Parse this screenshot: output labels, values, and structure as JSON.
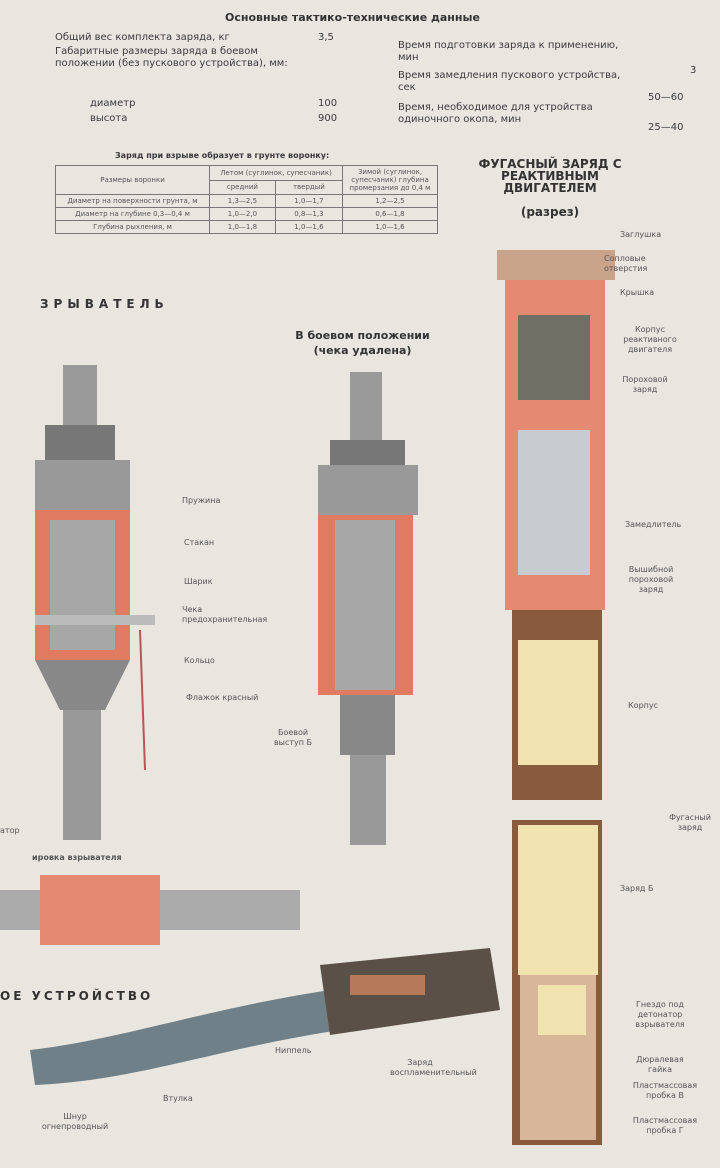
{
  "specs": {
    "title": "Основные тактико-технические данные",
    "left": [
      {
        "label": "Общий вес комплекта заряда, кг",
        "value": "3,5"
      },
      {
        "label": "Габаритные размеры заряда в боевом положении (без пускового устройства), мм:",
        "value": ""
      },
      {
        "label": "диаметр",
        "value": "100"
      },
      {
        "label": "высота",
        "value": "900"
      }
    ],
    "right": [
      {
        "label": "Время подготовки заряда к применению, мин",
        "value": "3"
      },
      {
        "label": "Время замедления пускового устройства, сек",
        "value": "50—60"
      },
      {
        "label": "Время, необходимое для устройства одиночного окопа, мин",
        "value": "25—40"
      }
    ]
  },
  "crater": {
    "title": "Заряд при взрыве образует в грунте воронку:",
    "headers": {
      "size": "Размеры воронки",
      "summer": "Летом (суглинок, супесчаник)",
      "medium": "средний",
      "hard": "твердый",
      "winter": "Зимой (суглинок, супесчаник) глубина промерзания до 0,4 м"
    },
    "rows": [
      {
        "label": "Диаметр на поверхности грунта, м",
        "medium": "1,3—2,5",
        "hard": "1,0—1,7",
        "winter": "1,2—2,5"
      },
      {
        "label": "Диаметр на глубине 0,3—0,4 м",
        "medium": "1,0—2,0",
        "hard": "0,8—1,3",
        "winter": "0,6—1,8"
      },
      {
        "label": "Глубина рыхления, м",
        "medium": "1,0—1,8",
        "hard": "1,0—1,6",
        "winter": "1,0—1,6"
      }
    ]
  },
  "fuse": {
    "title": "ЗРЫВАТЕЛЬ",
    "combat_title": "В боевом положении",
    "combat_sub": "(чека удалена)",
    "labels": [
      "Пружина",
      "Стакан",
      "Шарик",
      "Чека предохранительная",
      "Кольцо",
      "Флажок красный"
    ],
    "lug": "Боевой выступ Б",
    "side": "атор",
    "install": "ировка взрывателя"
  },
  "launcher": {
    "title": "ОЕ УСТРОЙСТВО",
    "labels": [
      "Ниппель",
      "Втулка",
      "Шнур огнепроводный",
      "Заряд воспламенительный"
    ]
  },
  "charge": {
    "title": "ФУГАСНЫЙ ЗАРЯД С РЕАКТИВНЫМ ДВИГАТЕЛЕМ",
    "sub": "(разрез)",
    "labels": [
      "Заглушка",
      "Сопловые отверстия",
      "Крышка",
      "Корпус реактивного двигателя",
      "Пороховой заряд",
      "Замедлитель",
      "Вышибной пороховой заряд",
      "Корпус",
      "Фугасный заряд",
      "Заряд Б",
      "Гнездо под детонатор взрывателя",
      "Дюралевая гайка",
      "Пластмассовая пробка В",
      "Пластмассовая пробка Г"
    ]
  }
}
